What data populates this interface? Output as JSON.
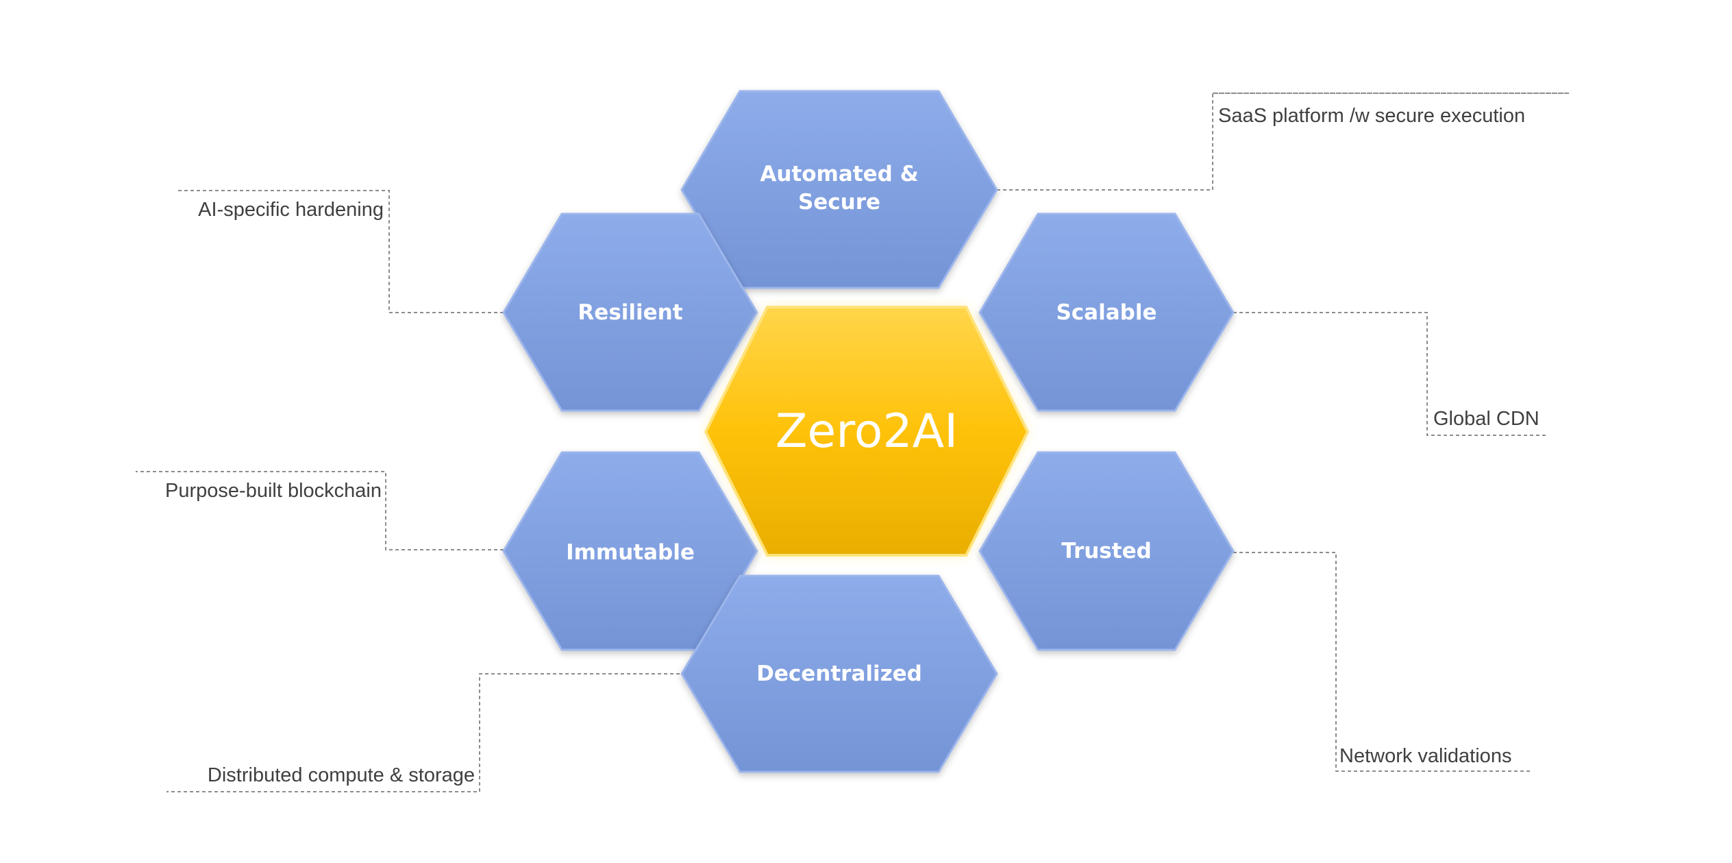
{
  "diagram": {
    "center": {
      "label": "Zero2AI",
      "color": "#ffc000"
    },
    "node_color": "#7f9fdf",
    "nodes": [
      {
        "label": "Automated &",
        "label2": "Secure",
        "callout": "SaaS platform /w secure execution"
      },
      {
        "label": "Resilient",
        "label2": "",
        "callout": "AI-specific hardening"
      },
      {
        "label": "Scalable",
        "label2": "",
        "callout": "Global CDN"
      },
      {
        "label": "Immutable",
        "label2": "",
        "callout": "Purpose-built blockchain"
      },
      {
        "label": "Trusted",
        "label2": "",
        "callout": "Network validations"
      },
      {
        "label": "Decentralized",
        "label2": "",
        "callout": "Distributed compute & storage"
      }
    ]
  }
}
